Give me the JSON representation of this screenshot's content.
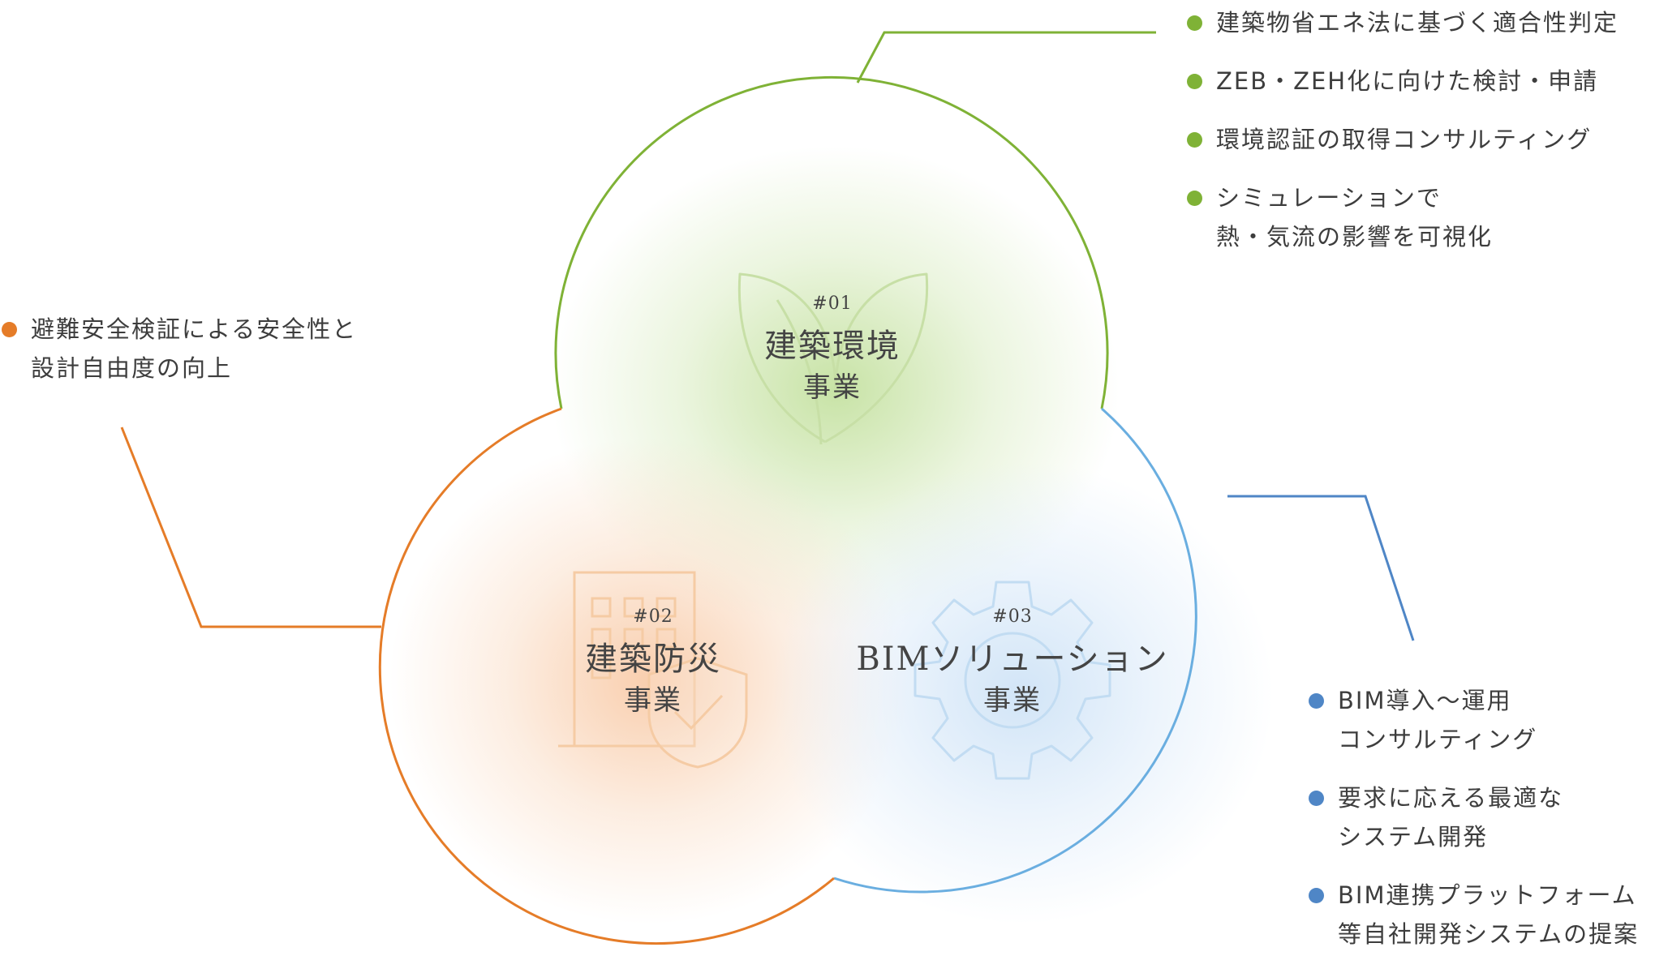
{
  "colors": {
    "environment": "#7fb236",
    "disaster": "#e57c28",
    "bim": "#6aaee0",
    "bim_dot": "#4f86c6",
    "text": "#3d3d3d"
  },
  "circles": [
    {
      "id": "environment",
      "number": "#01",
      "name": "建築環境",
      "sub": "事業",
      "icon": "leaf-icon"
    },
    {
      "id": "disaster",
      "number": "#02",
      "name": "建築防災",
      "sub": "事業",
      "icon": "building-shield-icon"
    },
    {
      "id": "bim",
      "number": "#03",
      "name": "BIMソリューション",
      "sub": "事業",
      "icon": "gear-icon"
    }
  ],
  "bullets": {
    "environment": [
      [
        "建築物省エネ法に基づく適合性判定"
      ],
      [
        "ZEB・ZEH化に向けた検討・申請"
      ],
      [
        "環境認証の取得コンサルティング"
      ],
      [
        "シミュレーションで",
        "熱・気流の影響を可視化"
      ]
    ],
    "disaster": [
      [
        "避難安全検証による安全性と",
        "設計自由度の向上"
      ]
    ],
    "bim": [
      [
        "BIM導入〜運用",
        "コンサルティング"
      ],
      [
        "要求に応える最適な",
        "システム開発"
      ],
      [
        "BIM連携プラットフォーム",
        "等自社開発システムの提案"
      ]
    ]
  }
}
